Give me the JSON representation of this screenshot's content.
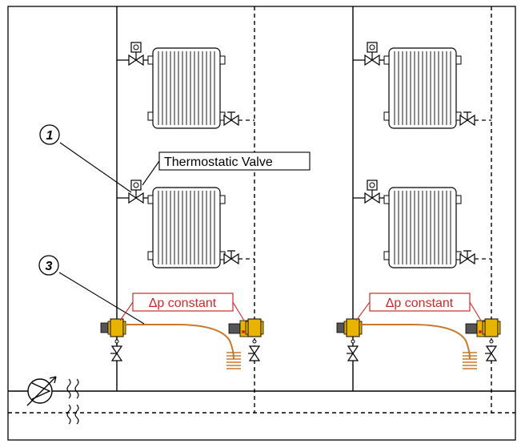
{
  "callouts": [
    {
      "id": "1",
      "text": "1"
    },
    {
      "id": "3",
      "text": "3"
    }
  ],
  "labels": {
    "thermostatic_valve": "Thermostatic Valve",
    "dp_left": "Δp constant",
    "dp_right": "Δp constant"
  },
  "colors": {
    "line": "#000000",
    "accent_red": "#cc2a2a",
    "valve_yellow": "#e8b400",
    "capillary": "#c8782a",
    "radiator_fill": "#ffffff"
  },
  "icons": [
    "pump-icon",
    "radiator-icon",
    "thermostatic-head-icon",
    "shutoff-valve-icon",
    "dp-controller-icon",
    "expansion-break-icon"
  ]
}
